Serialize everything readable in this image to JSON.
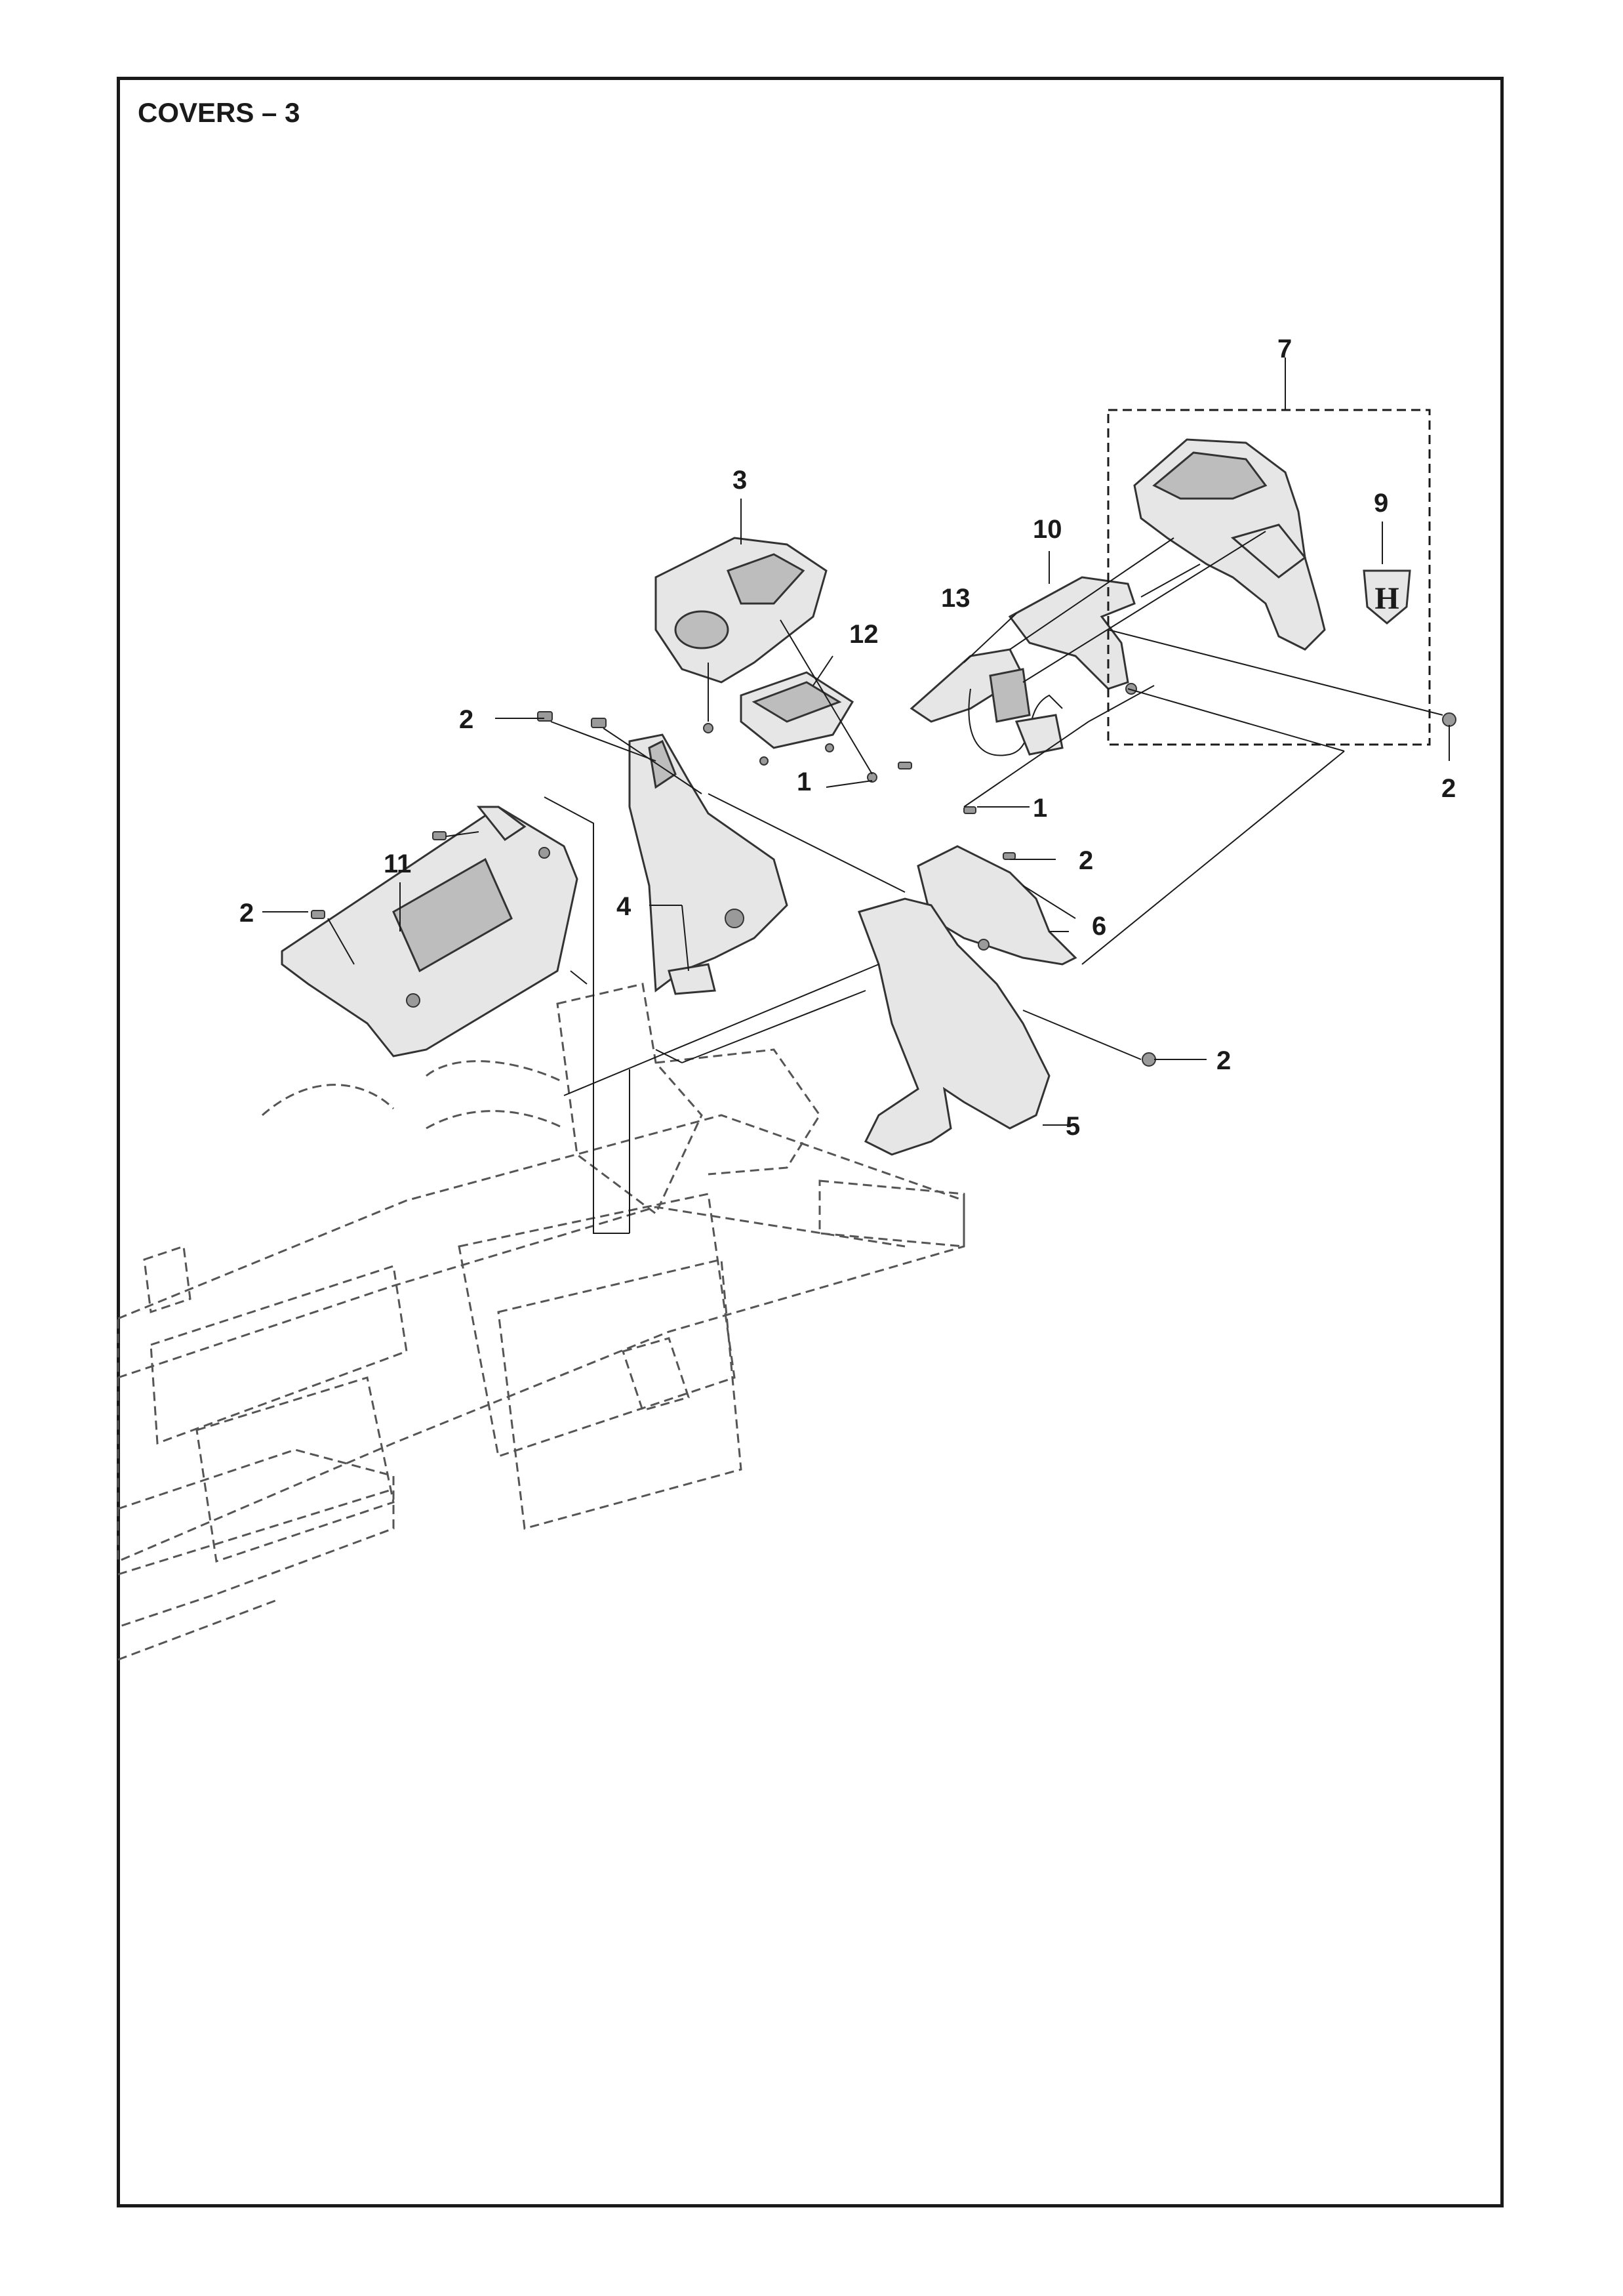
{
  "title": "COVERS – 3",
  "callouts": {
    "c1a": "1",
    "c1b": "1",
    "c2a": "2",
    "c2b": "2",
    "c2c": "2",
    "c2d": "2",
    "c2e": "2",
    "c3": "3",
    "c4": "4",
    "c5": "5",
    "c6": "6",
    "c7": "7",
    "c9": "9",
    "c10": "10",
    "c11": "11",
    "c12": "12",
    "c13": "13"
  },
  "logo": {
    "letter": "H",
    "icon": "husqvarna-logo-icon"
  }
}
